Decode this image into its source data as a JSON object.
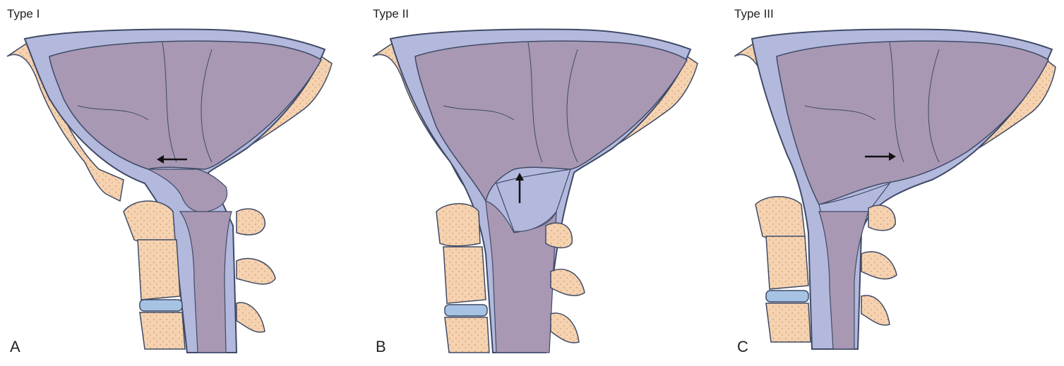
{
  "figure": {
    "panels": [
      {
        "title": "Type I",
        "letter": "A",
        "arrow_direction": "left"
      },
      {
        "title": "Type II",
        "letter": "B",
        "arrow_direction": "up"
      },
      {
        "title": "Type III",
        "letter": "C",
        "arrow_direction": "right"
      }
    ]
  },
  "colors": {
    "dura": "#b3b9dd",
    "brain": "#a898b4",
    "bone": "#f5d2b0",
    "bone_dots": "#d9a27c",
    "disc": "#a7c3e4",
    "outline": "#3f4a66"
  }
}
